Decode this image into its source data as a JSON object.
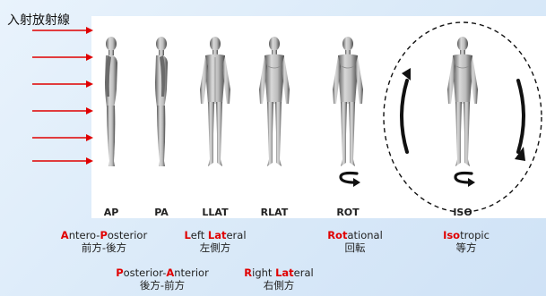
{
  "beam_label": "入射放射線",
  "colors": {
    "arrow": "#e00000",
    "highlight": "#e00000",
    "figure_dark": "#4a4a4a",
    "figure_light": "#d9d9d9"
  },
  "views": [
    {
      "id": "ap",
      "caption": "AP",
      "pose": "side"
    },
    {
      "id": "pa",
      "caption": "PA",
      "pose": "side"
    },
    {
      "id": "llat",
      "caption": "LLAT",
      "pose": "back"
    },
    {
      "id": "rlat",
      "caption": "RLAT",
      "pose": "front"
    },
    {
      "id": "rot",
      "caption": "ROT",
      "pose": "front"
    },
    {
      "id": "iso",
      "caption": "ISO",
      "pose": "front"
    }
  ],
  "definitions": {
    "ap": {
      "a": "A",
      "b": "ntero-",
      "c": "P",
      "d": "osterior",
      "jp": "前方-後方"
    },
    "pa": {
      "a": "P",
      "b": "osterior-",
      "c": "A",
      "d": "nterior",
      "jp": "後方-前方"
    },
    "llat": {
      "a": "L",
      "b": "eft ",
      "c": "Lat",
      "d": "eral",
      "jp": "左側方"
    },
    "rlat": {
      "a": "R",
      "b": "ight ",
      "c": "Lat",
      "d": "eral",
      "jp": "右側方"
    },
    "rot": {
      "a": "Rot",
      "b": "ational",
      "jp": "回転"
    },
    "iso": {
      "a": "Iso",
      "b": "tropic",
      "jp": "等方"
    }
  }
}
